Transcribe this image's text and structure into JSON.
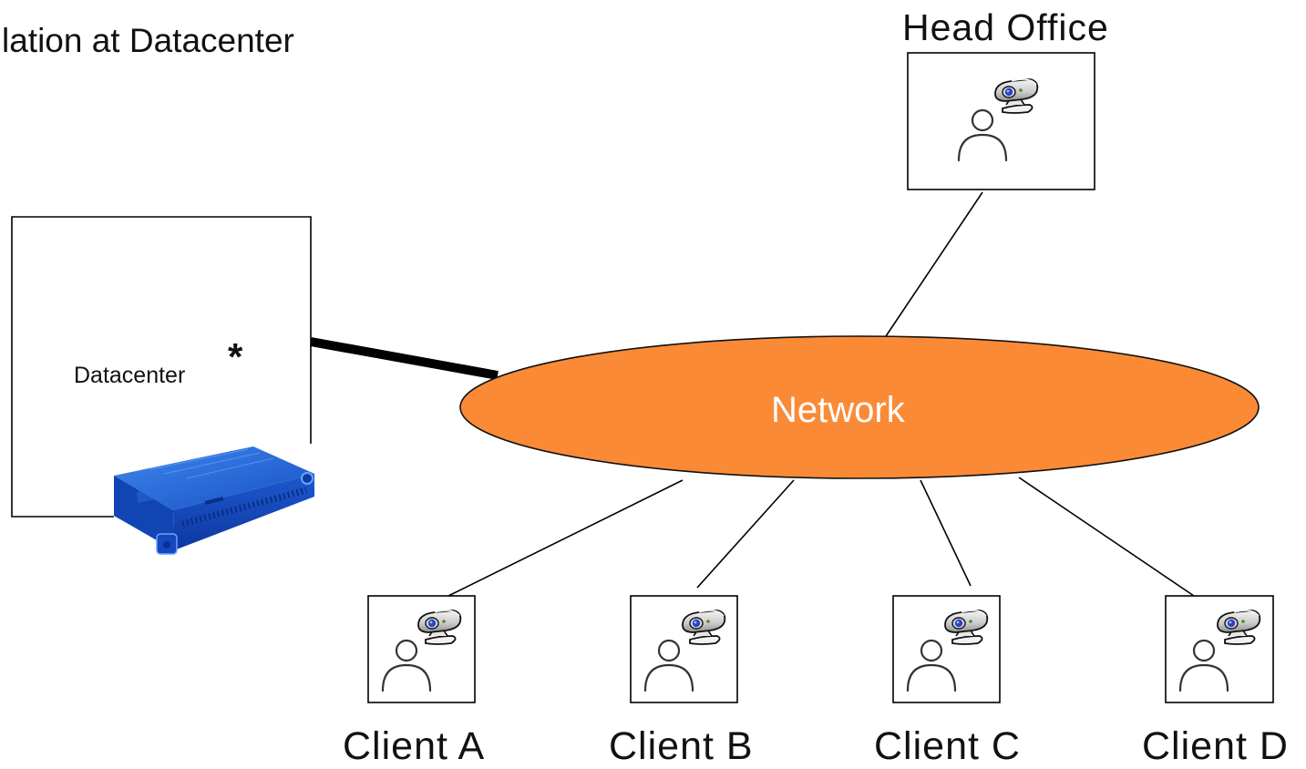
{
  "title_text": "lation at Datacenter",
  "head_office": {
    "label": "Head Office"
  },
  "datacenter": {
    "label": "Datacenter",
    "marker": "*"
  },
  "network": {
    "label": "Network",
    "fill": "#fb8a36",
    "text_color": "#ffffff"
  },
  "clients": [
    {
      "label": "Client A"
    },
    {
      "label": "Client B"
    },
    {
      "label": "Client C"
    },
    {
      "label": "Client D"
    }
  ],
  "icons": {
    "workstation": "user-with-webcam-icon",
    "server": "rack-server-icon"
  },
  "colors": {
    "server_blue": "#1c5fd6",
    "line": "#000000"
  }
}
